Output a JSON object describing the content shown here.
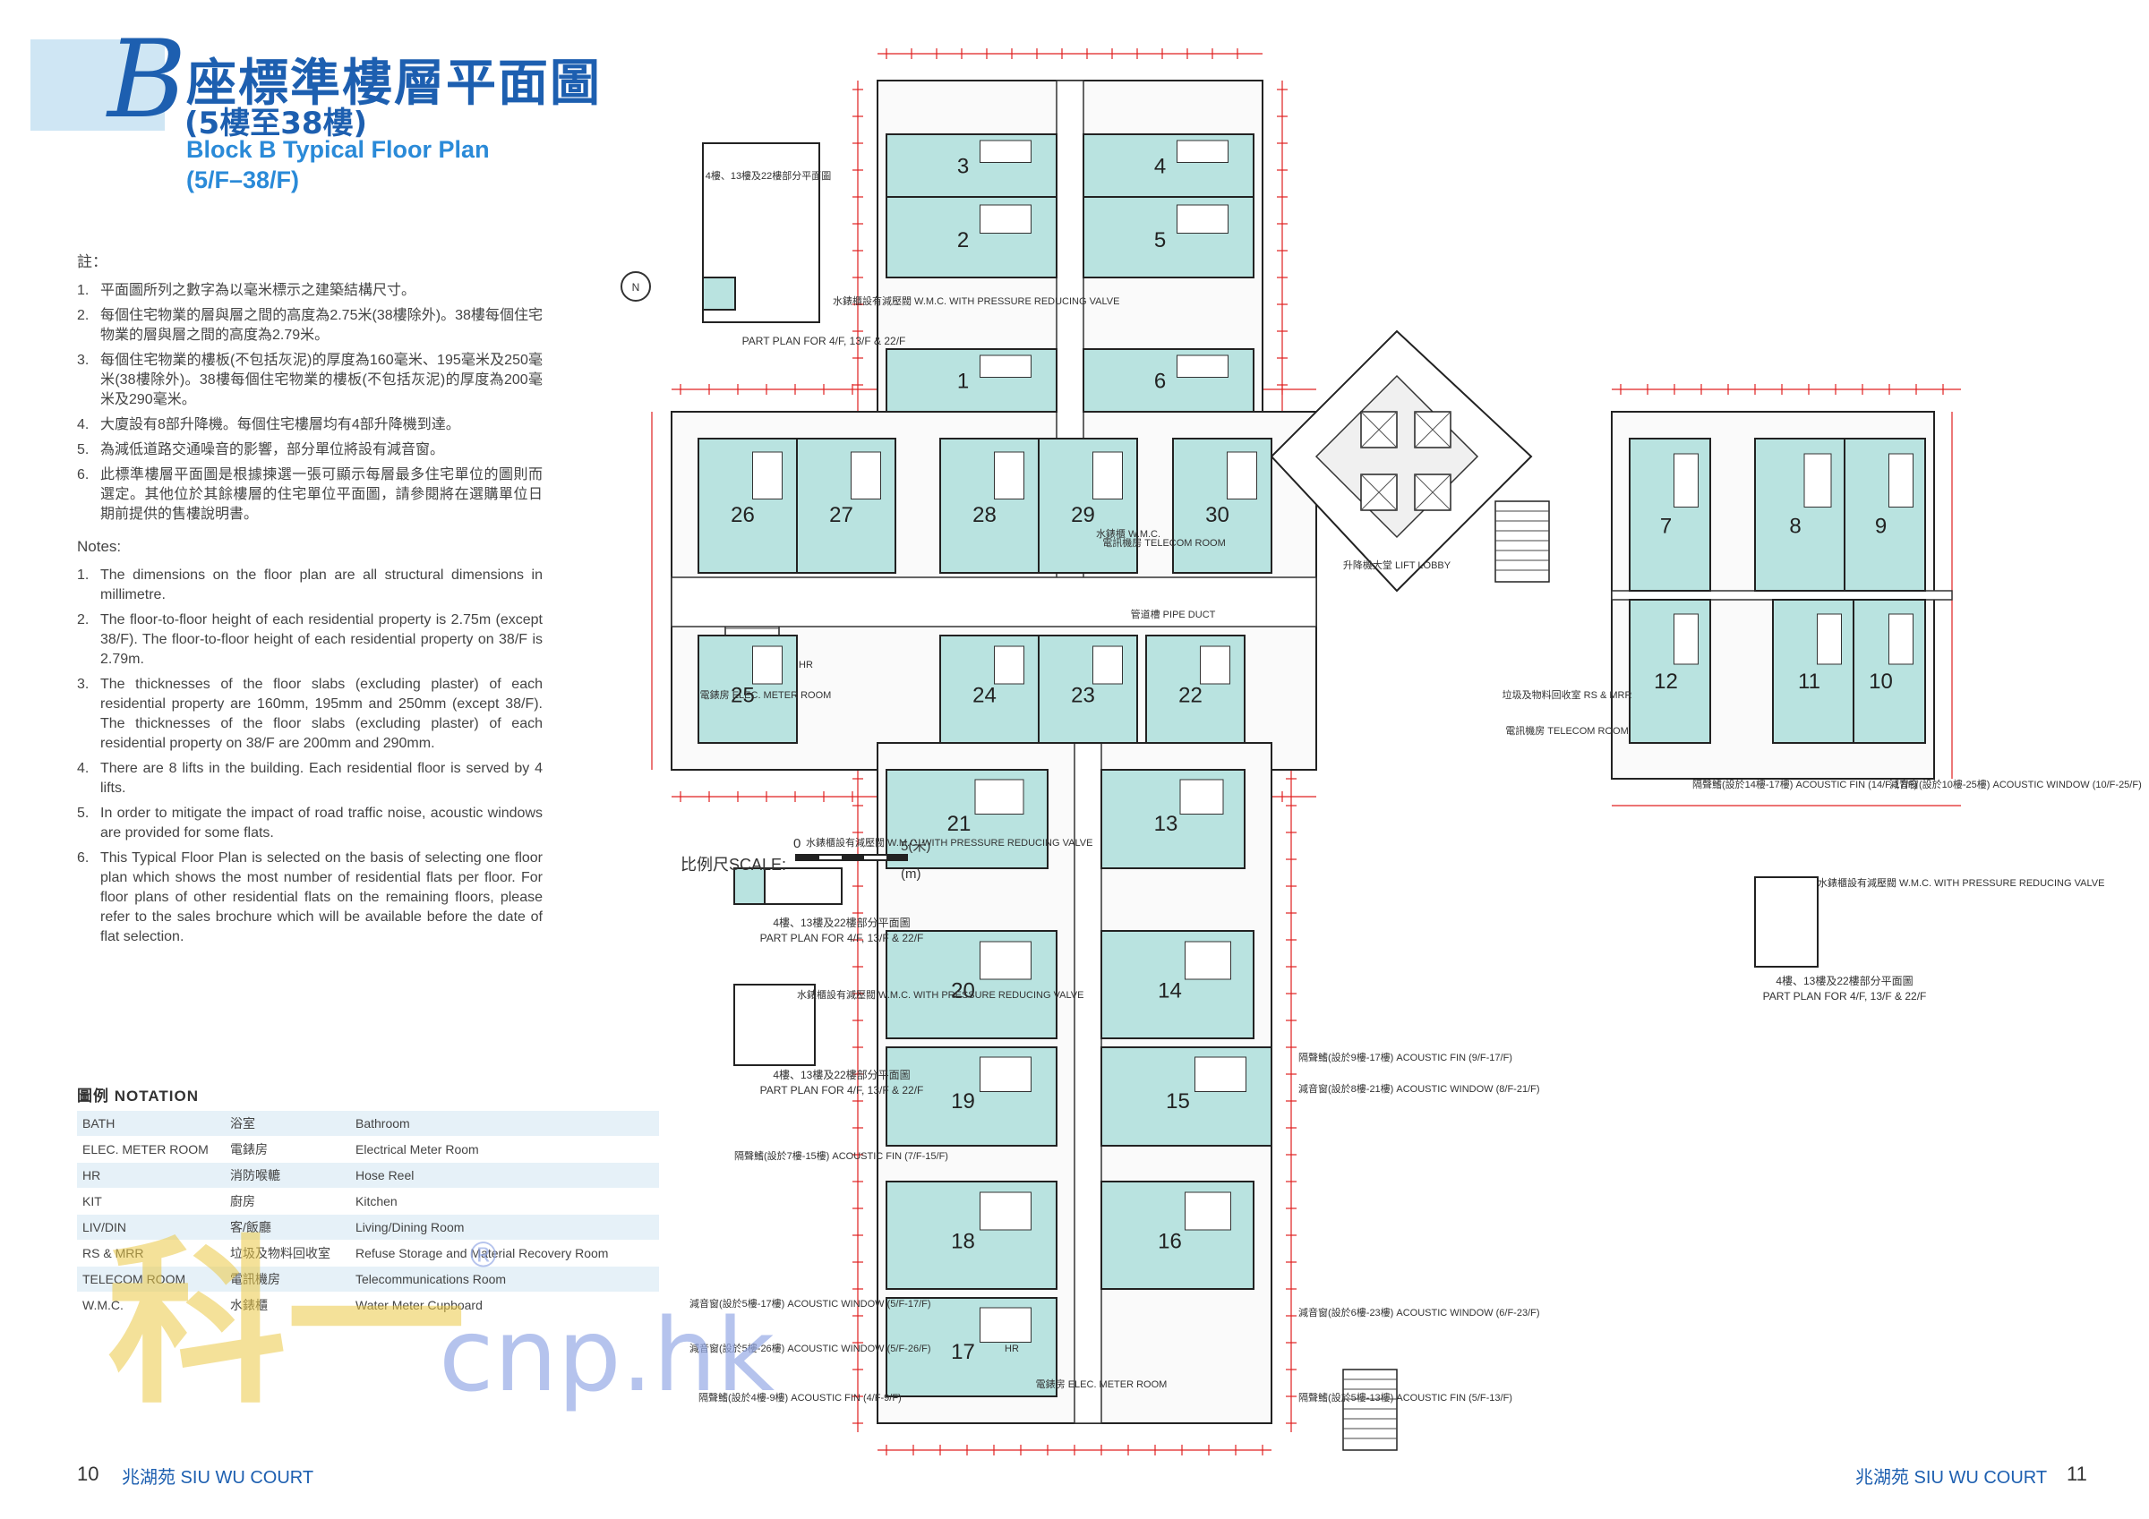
{
  "header": {
    "block_letter": "B",
    "title_zh": "座標準樓層平面圖",
    "subtitle_zh": "(5樓至38樓)",
    "title_en": "Block B Typical Floor Plan",
    "subtitle_en": "(5/F–38/F)"
  },
  "notes_zh": {
    "heading": "註：",
    "items": [
      "平面圖所列之數字為以毫米標示之建築結構尺寸。",
      "每個住宅物業的層與層之間的高度為2.75米(38樓除外)。38樓每個住宅物業的層與層之間的高度為2.79米。",
      "每個住宅物業的樓板(不包括灰泥)的厚度為160毫米、195毫米及250毫米(38樓除外)。38樓每個住宅物業的樓板(不包括灰泥)的厚度為200毫米及290毫米。",
      "大廈設有8部升降機。每個住宅樓層均有4部升降機到達。",
      "為減低道路交通噪音的影響，部分單位將設有減音窗。",
      "此標準樓層平面圖是根據揀選一張可顯示每層最多住宅單位的圖則而選定。其他位於其餘樓層的住宅單位平面圖，請參閱將在選購單位日期前提供的售樓說明書。"
    ]
  },
  "notes_en": {
    "heading": "Notes:",
    "items": [
      "The dimensions on the floor plan are all structural dimensions in millimetre.",
      "The floor-to-floor height of each residential property is 2.75m (except 38/F). The floor-to-floor height of each residential property on 38/F is 2.79m.",
      "The thicknesses of the floor slabs (excluding plaster) of each residential property are 160mm, 195mm and 250mm (except 38/F). The thicknesses of the floor slabs (excluding plaster) of each residential property on 38/F are 200mm and 290mm.",
      "There are 8 lifts in the building. Each residential floor is served by 4 lifts.",
      "In order to mitigate the impact of road traffic noise, acoustic windows are provided for some flats.",
      "This Typical Floor Plan is selected on the basis of selecting one floor plan which shows the most number of residential flats per floor. For floor plans of other residential flats on the remaining floors, please refer to the sales brochure which will be available before the date of flat selection."
    ]
  },
  "notation": {
    "title": "圖例 NOTATION",
    "rows": [
      [
        "BATH",
        "浴室",
        "Bathroom"
      ],
      [
        "ELEC. METER ROOM",
        "電錶房",
        "Electrical Meter Room"
      ],
      [
        "HR",
        "消防喉轆",
        "Hose Reel"
      ],
      [
        "KIT",
        "廚房",
        "Kitchen"
      ],
      [
        "LIV/DIN",
        "客/飯廳",
        "Living/Dining Room"
      ],
      [
        "RS & MRR",
        "垃圾及物料回收室",
        "Refuse Storage and Material Recovery Room"
      ],
      [
        "TELECOM ROOM",
        "電訊機房",
        "Telecommunications Room"
      ],
      [
        "W.M.C.",
        "水錶櫃",
        "Water Meter Cupboard"
      ]
    ]
  },
  "watermark": {
    "zh": "科一",
    "en": "cnp.hk",
    "reg": "®"
  },
  "footer": {
    "page_left": "10",
    "left_text": "兆湖苑  SIU WU COURT",
    "right_text": "兆湖苑  SIU WU COURT",
    "page_right": "11"
  },
  "scale": {
    "label": "比例尺SCALE:",
    "start": "0",
    "end": "5(米)",
    "unit": "(m)"
  },
  "plan": {
    "units": [
      "1",
      "2",
      "3",
      "4",
      "5",
      "6",
      "7",
      "8",
      "9",
      "10",
      "11",
      "12",
      "13",
      "14",
      "15",
      "16",
      "17",
      "18",
      "19",
      "20",
      "21",
      "22",
      "23",
      "24",
      "25",
      "26",
      "27",
      "28",
      "29",
      "30"
    ],
    "room_label": "客/飯廳 LIV/DIN",
    "lift_lobby": "升降機大堂 LIFT LOBBY",
    "elec_meter": "電錶房 ELEC. METER ROOM",
    "telecom": "電訊機房 TELECOM ROOM",
    "pipe_duct": "管道槽 PIPE DUCT",
    "wmc": "水錶櫃 W.M.C.",
    "rs_mrr": "垃圾及物料回收室 RS & MRR",
    "hr": "HR",
    "north": "N",
    "part_plan_zh": "4樓、13樓及22樓部分平面圖",
    "part_plan_en": "PART PLAN FOR 4/F, 13/F & 22/F",
    "wmc_valve": "水錶櫃設有減壓閥 W.M.C. WITH PRESSURE REDUCING VALVE",
    "acoustic_fin_14": "隔聲鰭(設於14樓-17樓) ACOUSTIC FIN (14/F-17/F)",
    "acoustic_window_10": "減音窗(設於10樓-25樓) ACOUSTIC WINDOW (10/F-25/F)",
    "acoustic_fin_9": "隔聲鰭(設於9樓-17樓) ACOUSTIC FIN (9/F-17/F)",
    "acoustic_window_8": "減音窗(設於8樓-21樓) ACOUSTIC WINDOW (8/F-21/F)",
    "acoustic_fin_7": "隔聲鰭(設於7樓-15樓) ACOUSTIC FIN (7/F-15/F)",
    "acoustic_window_5_17": "減音窗(設於5樓-17樓) ACOUSTIC WINDOW (5/F-17/F)",
    "acoustic_window_5_26": "減音窗(設於5樓-26樓) ACOUSTIC WINDOW (5/F-26/F)",
    "acoustic_fin_4": "隔聲鰭(設於4樓-9樓) ACOUSTIC FIN (4/F-9/F)",
    "acoustic_window_6": "減音窗(設於6樓-23樓) ACOUSTIC WINDOW (6/F-23/F)",
    "acoustic_fin_5": "隔聲鰭(設於5樓-13樓) ACOUSTIC FIN (5/F-13/F)"
  },
  "colors": {
    "accent": "#1d5fb0",
    "unit_fill": "#b9e3e0",
    "dim_red": "#e02020"
  }
}
